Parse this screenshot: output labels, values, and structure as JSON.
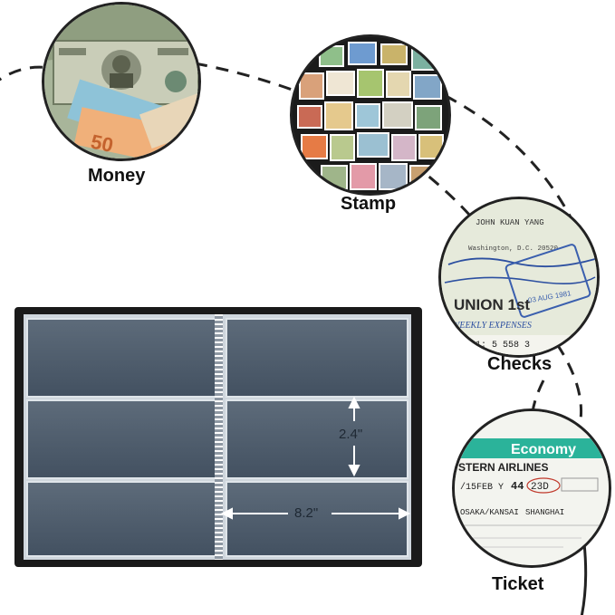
{
  "labels": {
    "money": "Money",
    "stamp": "Stamp",
    "checks": "Checks",
    "ticket": "Ticket"
  },
  "dimensions": {
    "height": "2.4\"",
    "width": "8.2\""
  },
  "money_image": {
    "note_fifty": "50"
  },
  "check_image": {
    "name": "JOHN KUAN YANG",
    "bank_brand": "UNION 1st",
    "address": "Washington, D.C. 20520",
    "date_stamp": "03 AUG 1981",
    "memo": "WEEKLY EXPENSES"
  },
  "ticket_image": {
    "class_banner": "Economy",
    "airline": "STERN AIRLINES",
    "date": "/15FEB",
    "cls": "Y",
    "flight": "44",
    "seat": "23D",
    "from": "OSAKA/KANSAI",
    "to": "SHANGHAI"
  },
  "colors": {
    "album_black": "#1a1a1a",
    "sleeve": "#c7ced6",
    "ticket_green": "#2bb39a"
  }
}
